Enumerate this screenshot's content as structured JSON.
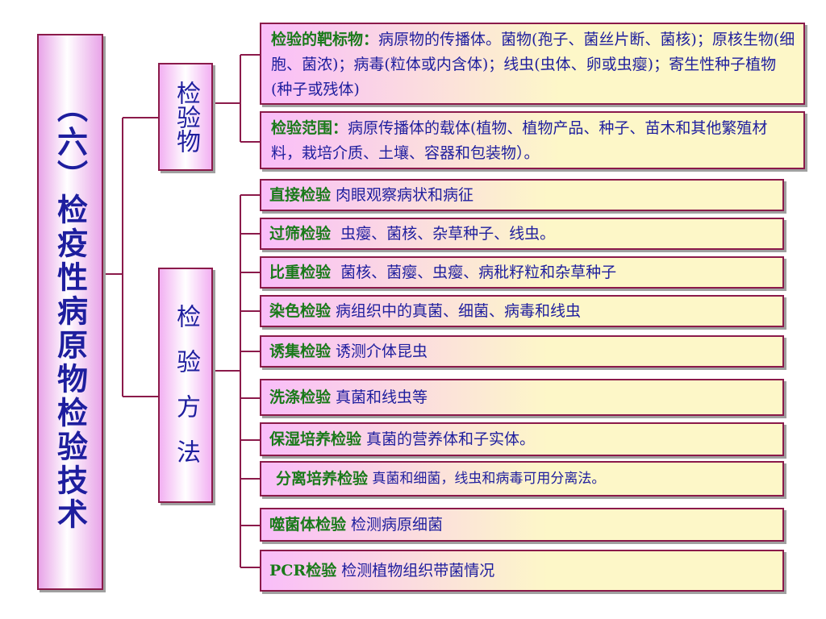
{
  "title": "（六）检疫性病原物检验技术",
  "categories": {
    "object": "检验物",
    "method": "检验方法"
  },
  "object_items": [
    {
      "keyword": "检验的靶标物：",
      "text": "病原物的传播体。菌物(孢子、菌丝片断、菌核)；原核生物(细胞、菌浓)；病毒(粒体或内含体)；线虫(虫体、卵或虫瘿)；寄生性种子植物(种子或残体)"
    },
    {
      "keyword": "检验范围：",
      "text": "病原传播体的载体(植物、植物产品、种子、苗木和其他繁殖材料，栽培介质、土壤、容器和包装物）。"
    }
  ],
  "method_items": [
    {
      "keyword": "直接检验",
      "text": " 肉眼观察病状和病征"
    },
    {
      "keyword": "过筛检验",
      "text": "  虫瘿、菌核、杂草种子、线虫。"
    },
    {
      "keyword": "比重检验",
      "text": "  菌核、菌瘿、虫瘿、病秕籽粒和杂草种子"
    },
    {
      "keyword": "染色检验",
      "text": " 病组织中的真菌、细菌、病毒和线虫"
    },
    {
      "keyword": "诱集检验",
      "text": " 诱测介体昆虫"
    },
    {
      "keyword": "洗涤检验",
      "text": " 真菌和线虫等"
    },
    {
      "keyword": "保湿培养检验",
      "text": " 真菌的营养体和子实体。"
    },
    {
      "keyword": "分离培养检验",
      "text": " 真菌和细菌，线虫和病毒可用分离法。"
    },
    {
      "keyword": "噬菌体检验",
      "text": " 检测病原细菌"
    },
    {
      "keyword": "PCR检验",
      "text": " 检测植物组织带菌情况"
    }
  ],
  "colors": {
    "border": "#8b1a4a",
    "title_text": "#1e1e9e",
    "keyword_text": "#1a7a1a"
  }
}
